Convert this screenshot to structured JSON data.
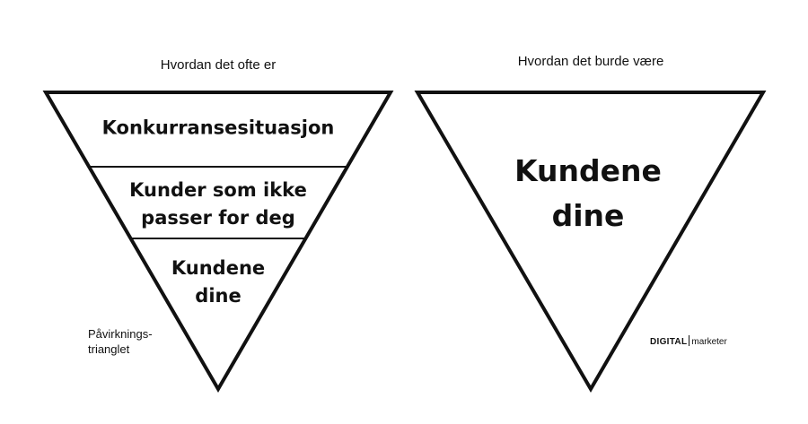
{
  "left": {
    "caption": "Hvordan det ofte er",
    "segments": [
      {
        "line1": "Konkurransesituasjon",
        "line2": ""
      },
      {
        "line1": "Kunder som ikke",
        "line2": "passer for deg"
      },
      {
        "line1": "Kundene",
        "line2": "dine"
      }
    ],
    "side_note_line1": "Påvirknings-",
    "side_note_line2": "trianglet"
  },
  "right": {
    "caption": "Hvordan det burde være",
    "label_line1": "Kundene",
    "label_line2": "dine"
  },
  "brand": {
    "part1": "DIGITAL",
    "part2": "marketer"
  },
  "colors": {
    "stroke": "#111111",
    "background": "#ffffff"
  }
}
